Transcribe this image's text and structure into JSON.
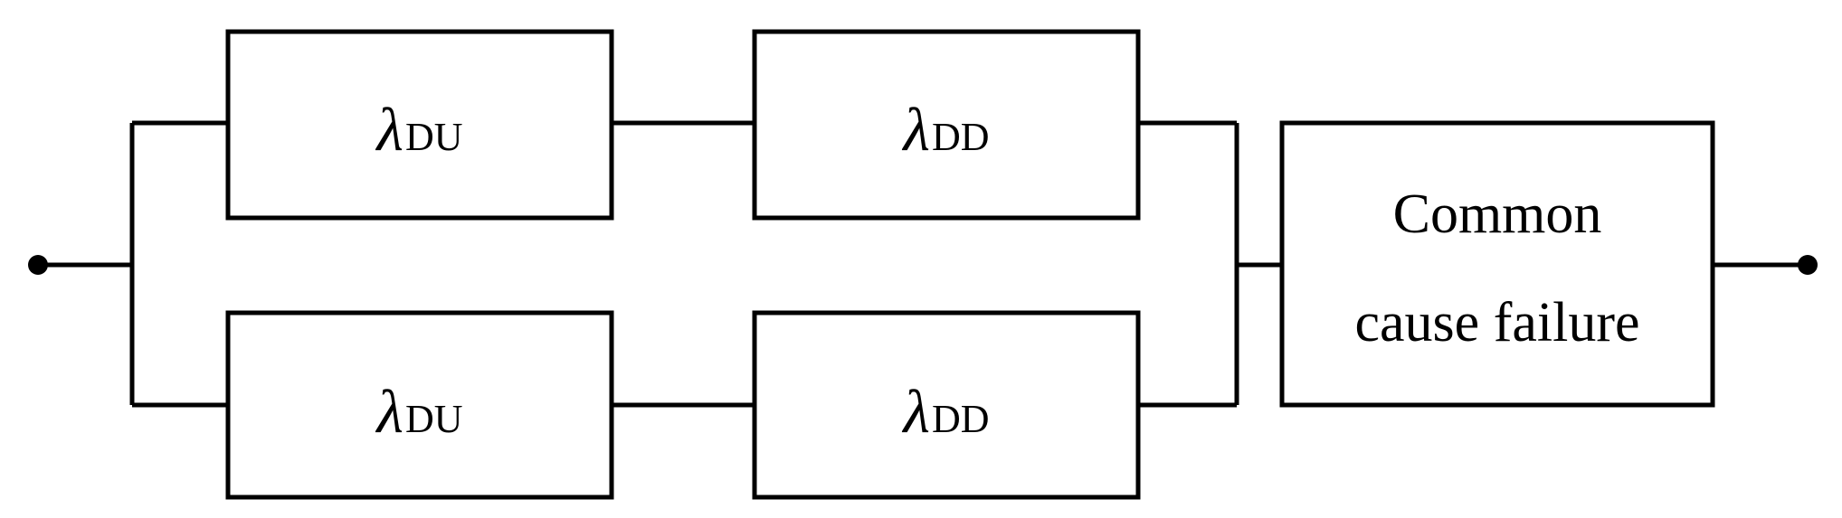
{
  "diagram": {
    "type": "reliability-block-diagram",
    "colors": {
      "stroke": "#000000",
      "background": "#ffffff"
    },
    "blocks": {
      "upper_du": {
        "symbol": "λ",
        "subscript": "DU"
      },
      "upper_dd": {
        "symbol": "λ",
        "subscript": "DD"
      },
      "lower_du": {
        "symbol": "λ",
        "subscript": "DU"
      },
      "lower_dd": {
        "symbol": "λ",
        "subscript": "DD"
      },
      "common_cause": {
        "line1": "Common",
        "line2": "cause failure"
      }
    }
  }
}
